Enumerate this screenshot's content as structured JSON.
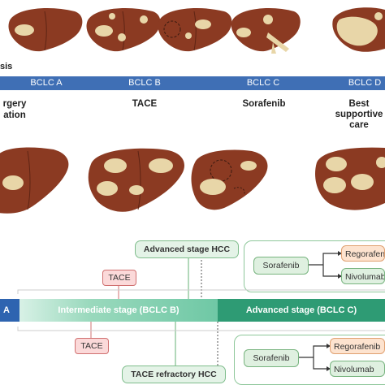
{
  "top": {
    "left_text": "sis",
    "band_labels": [
      "BCLC A",
      "BCLC B",
      "BCLC C",
      "BCLC D"
    ],
    "treatments": {
      "a_line1": "rgery",
      "a_line2": "ation",
      "b": "TACE",
      "c": "Sorafenib",
      "d_line1": "Best",
      "d_line2": "supportive",
      "d_line3": "care"
    }
  },
  "bottom": {
    "advanced_hcc_label": "Advanced stage HCC",
    "tace_label": "TACE",
    "tace_label_2": "TACE",
    "tace_refractory_label": "TACE refractory HCC",
    "stage_a_fragment": "A",
    "intermediate_stage": "Intermediate stage (BCLC B)",
    "advanced_stage": "Advanced stage (BCLC C)",
    "upper_group": {
      "sorafenib": "Sorafenib",
      "regorafenib": "Regorafenib",
      "nivolumab": "Nivolumab"
    },
    "lower_group": {
      "sorafenib": "Sorafenib",
      "regorafenib": "Regorafenib",
      "nivolumab": "Nivolumab"
    }
  },
  "colors": {
    "liver": "#8b3a22",
    "lesion": "#e8d6a8",
    "band": "#3f6fb5",
    "stage_a": "#2e64b0",
    "intermediate": "#6fc8a5",
    "advanced": "#2e9b74"
  }
}
